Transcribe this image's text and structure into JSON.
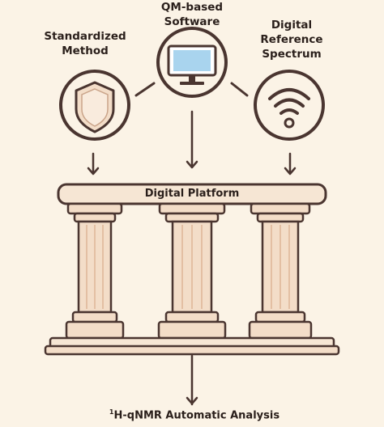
{
  "inputs": [
    {
      "label_line1": "Standardized",
      "label_line2": "Method",
      "icon": "shield-icon"
    },
    {
      "label_line1": "QM-based",
      "label_line2": "Software",
      "icon": "monitor-icon"
    },
    {
      "label_line1": "Digital",
      "label_line2": "Reference",
      "label_line3": "Spectrum",
      "icon": "signal-icon"
    }
  ],
  "platform": {
    "label": "Digital Platform"
  },
  "output": {
    "superscript": "1",
    "label": "H-qNMR Automatic Analysis"
  },
  "colors": {
    "background": "#fbf3e6",
    "outline": "#4a3530",
    "column": "#f3ddc8",
    "column_shadow": "#e6c4a8",
    "text": "#2a1f1b"
  }
}
